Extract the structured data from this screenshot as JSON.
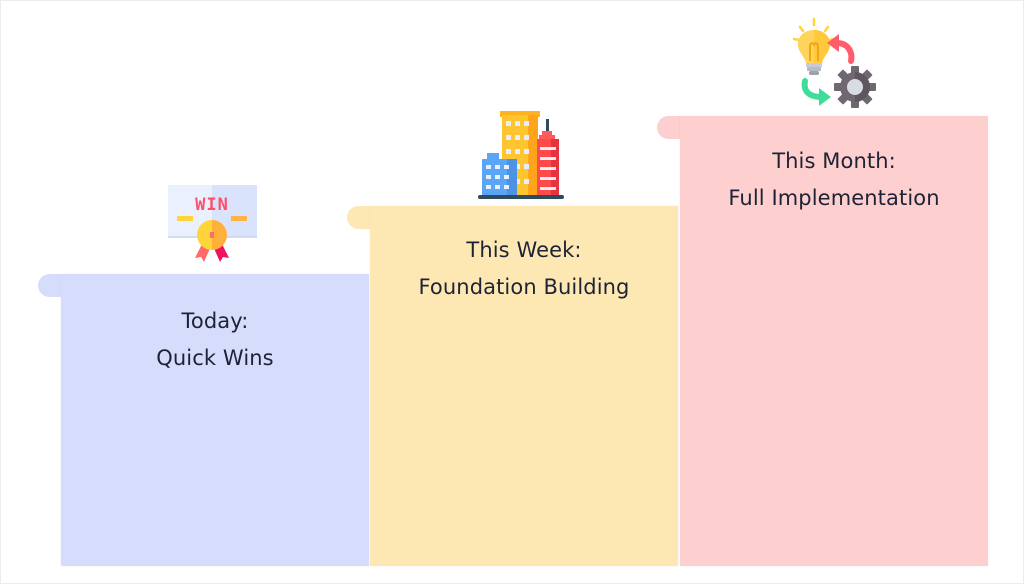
{
  "diagram": {
    "type": "staircase-steps",
    "steps": [
      {
        "id": "today",
        "title": "Today:",
        "subtitle": "Quick Wins",
        "color": "#d6ddfc",
        "icon": "win-certificate-icon"
      },
      {
        "id": "this-week",
        "title": "This Week:",
        "subtitle": "Foundation Building",
        "color": "#fde8b4",
        "icon": "city-buildings-icon"
      },
      {
        "id": "this-month",
        "title": "This Month:",
        "subtitle": "Full Implementation",
        "color": "#fdcfcf",
        "icon": "idea-process-cycle-icon"
      }
    ],
    "certificate_text": "WIN",
    "text_color": "#1e2235"
  }
}
